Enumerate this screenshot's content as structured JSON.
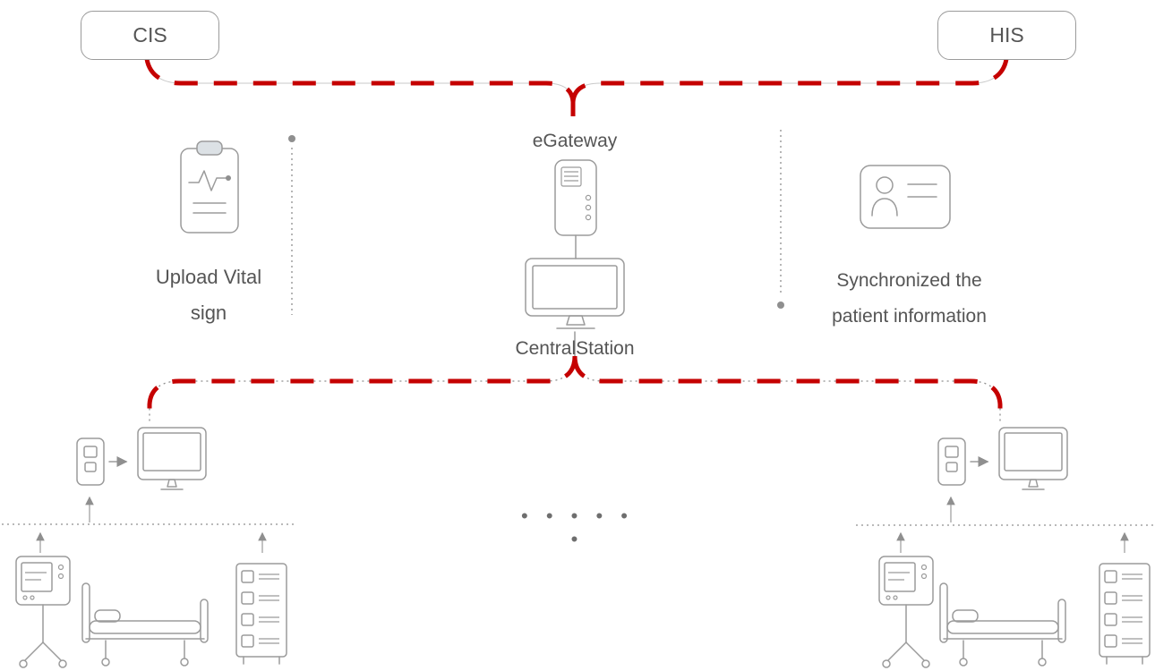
{
  "diagram": {
    "nodes": {
      "cis": "CIS",
      "his": "HIS",
      "egateway": "eGateway",
      "central_station": "CentralStation"
    },
    "annotations": {
      "upload_line1": "Upload Vital",
      "upload_line2": "sign",
      "sync_line1": "Synchronized the",
      "sync_line2": "patient information",
      "ellipsis": "• • • • • •"
    },
    "colors": {
      "accent_red": "#c50000",
      "line_gray": "#9b9b9b",
      "text_gray": "#555555"
    }
  }
}
